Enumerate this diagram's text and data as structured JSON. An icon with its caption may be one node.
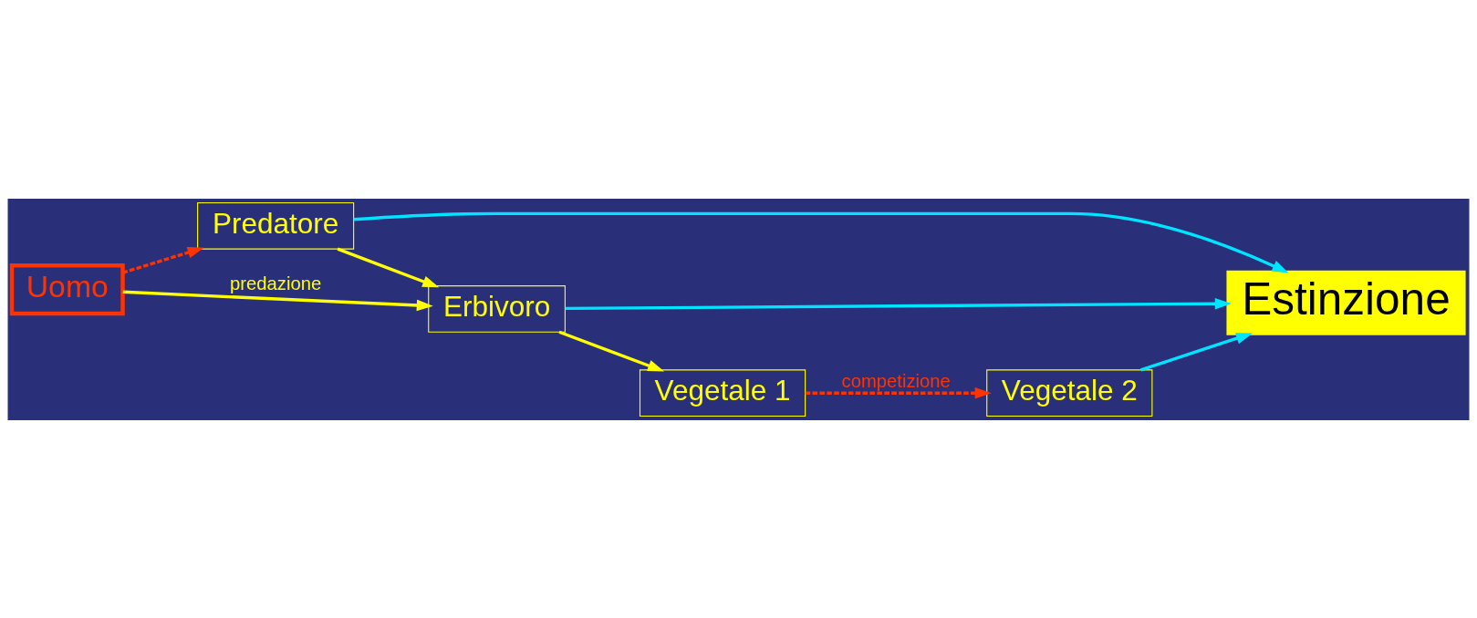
{
  "diagram": {
    "nodes": [
      {
        "text": [
          "Predatore"
        ]
      },
      {
        "text": [
          "Estinzione"
        ]
      },
      {
        "text": [
          "Erbivoro"
        ]
      },
      {
        "text": [
          "Vegetale 1"
        ]
      },
      {
        "text": [
          "Vegetale 2"
        ]
      },
      {
        "text": [
          "Uomo"
        ]
      }
    ],
    "edges": [
      {
        "from": 0,
        "to": 1,
        "arrow": "to",
        "color": "#00e5ff"
      },
      {
        "from": 0,
        "to": 2,
        "arrow": "to",
        "color": "#ffff00"
      },
      {
        "from": 2,
        "to": 1,
        "arrow": "to",
        "color": "#00e5ff"
      },
      {
        "from": 2,
        "to": 3,
        "arrow": "to",
        "color": "#ffff00"
      },
      {
        "from": 5,
        "to": 0,
        "arrow": "to",
        "style": "dashed",
        "color": "#ff3300"
      },
      {
        "from": 5,
        "to": 2,
        "arrow": "to",
        "label": "predazione",
        "color": "#ffff00"
      },
      {
        "from": 3,
        "to": 4,
        "arrow": "to",
        "label": "competizione",
        "style": "dashed",
        "color": "#ff3300"
      },
      {
        "from": 4,
        "to": 1,
        "arrow": "to",
        "color": "#00e5ff"
      }
    ]
  }
}
